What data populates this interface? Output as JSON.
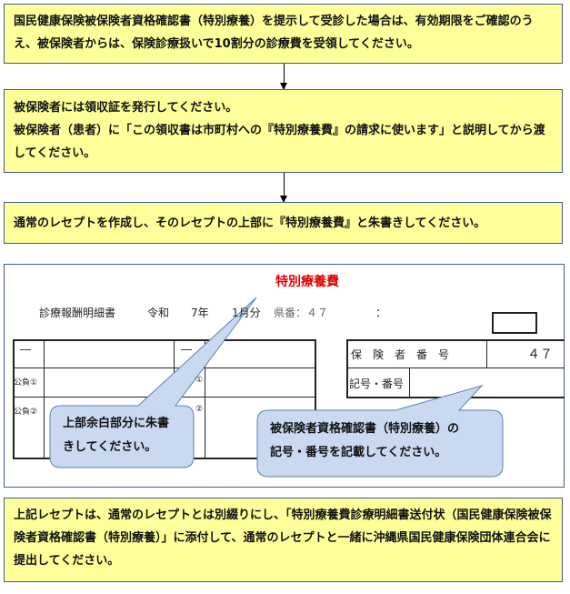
{
  "steps": [
    {
      "text": "国民健康保険被保険者資格確認書（特別療養）を提示して受診した場合は、有効期限をご確認のうえ、被保険者からは、保険診療扱いで10割分の診療費を受領してください。"
    },
    {
      "line1": "被保険者には領収証を発行してください。",
      "line2": "被保険者（患者）に「この領収書は市町村への『特別療養費』の請求に使います」と説明してから渡してください。"
    },
    {
      "text": "通常のレセプトを作成し、そのレセプトの上部に『特別療養費』と朱書きしてください。"
    },
    {
      "text": "上記レセプトは、通常のレセプトとは別綴りにし、「特別療養費診療明細書送付状（国民健康保険被保険者資格確認書（特別療養）」に添付して、通常のレセプトと一緒に沖縄県国民健康保険団体連合会に提出してください。"
    }
  ],
  "receipt": {
    "red_title": "特別療養費",
    "doc_title": "診療報酬明細書",
    "era": "令和",
    "year": "7年",
    "month": "1月分",
    "pref_label": "県番：４７",
    "colon": "：",
    "dash1": "―",
    "dash2": "―",
    "kohi1": "公負①",
    "kohi2": "公負②",
    "c1": "①",
    "c2": "②",
    "insurer_label": "保　険　者　番　号",
    "insurer_value": "４７",
    "symbol_label": "記号・番号"
  },
  "callouts": {
    "left": [
      "上部余白部分に朱書",
      "きしてください。"
    ],
    "right": [
      "被保険者資格確認書（特別療養）の",
      "記号・番号を記載してください。"
    ]
  },
  "colors": {
    "box_fill": "#ffff99",
    "border": "#3b5a9a",
    "red": "#e00000",
    "bubble": "#c9d9f0"
  }
}
